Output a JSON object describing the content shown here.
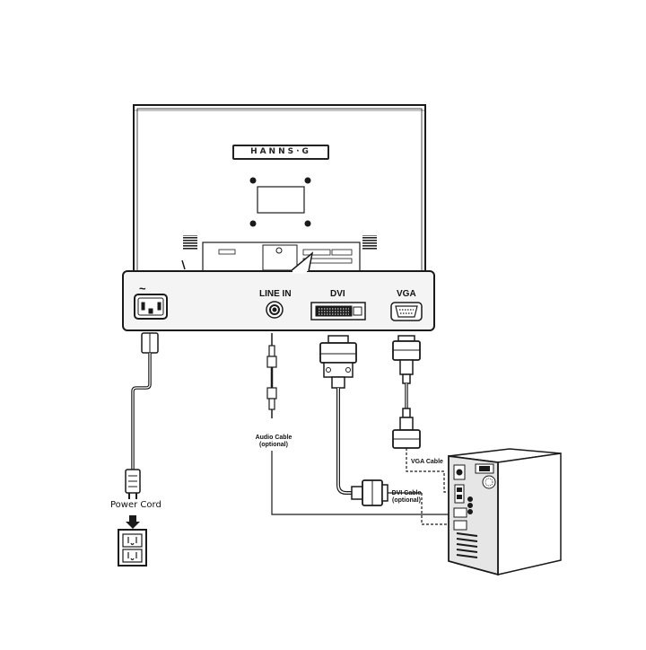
{
  "brand_logo": "HANNS·G",
  "ports": {
    "power_symbol": "~",
    "line_in": "LINE IN",
    "dvi": "DVI",
    "vga": "VGA"
  },
  "cables": {
    "audio_cable": {
      "line1": "Audio Cable",
      "line2": "(optional)"
    },
    "dvi_cable": {
      "line1": "DVI Cable",
      "line2": "(optional)"
    },
    "vga_cable": "VGA Cable",
    "power_cord": "Power Cord"
  },
  "colors": {
    "line": "#1a1a1a",
    "panel": "#f4f4f4",
    "pc_side": "#e6e6e6"
  }
}
